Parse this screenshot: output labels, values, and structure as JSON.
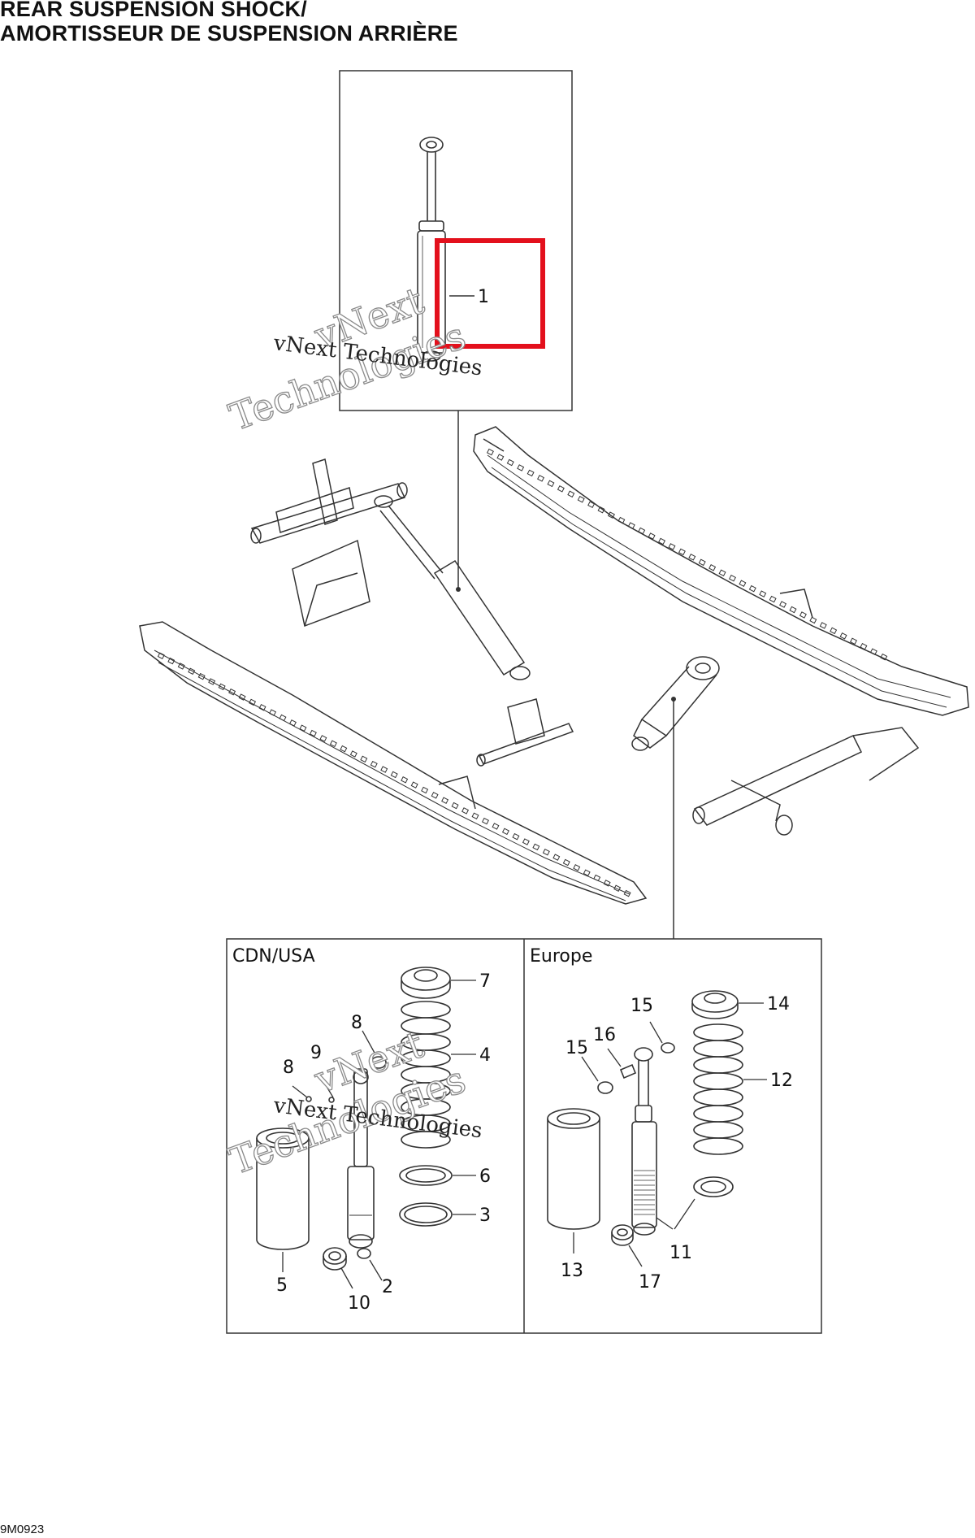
{
  "title": {
    "line1": "REAR SUSPENSION SHOCK/",
    "line2": "AMORTISSEUR DE SUSPENSION ARRIÈRE"
  },
  "regions": {
    "left": "CDN/USA",
    "right": "Europe"
  },
  "callouts": {
    "c1": "1",
    "c2": "2",
    "c3": "3",
    "c4": "4",
    "c5": "5",
    "c6": "6",
    "c7": "7",
    "c8a": "8",
    "c8b": "8",
    "c9": "9",
    "c10": "10",
    "c11": "11",
    "c12": "12",
    "c13": "13",
    "c14": "14",
    "c15a": "15",
    "c15b": "15",
    "c16": "16",
    "c17": "17"
  },
  "watermark": {
    "line1": "vNext",
    "line2": "Technologies",
    "small": "vNext Technologies"
  },
  "drawing_code": "9M0923",
  "colors": {
    "highlight": "#e3101c",
    "line": "#333333",
    "watermark_outline": "#8a8a8a"
  }
}
